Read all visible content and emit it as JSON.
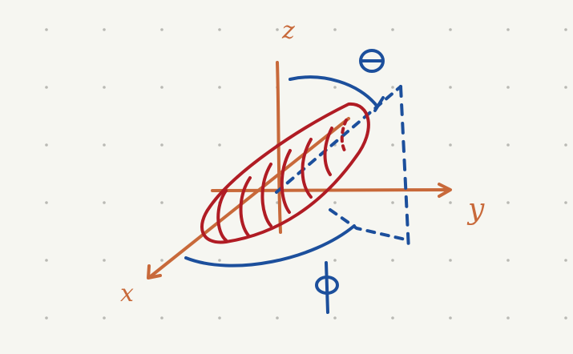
{
  "labels": {
    "z": "z",
    "y": "y",
    "x": "x",
    "theta": "θ",
    "phi": "ϕ"
  },
  "colors": {
    "background": "#f6f6f1",
    "grid_dot": "#b9b9b4",
    "axes": "#c8693a",
    "angles": "#1c4f9c",
    "shape": "#b01c24"
  }
}
